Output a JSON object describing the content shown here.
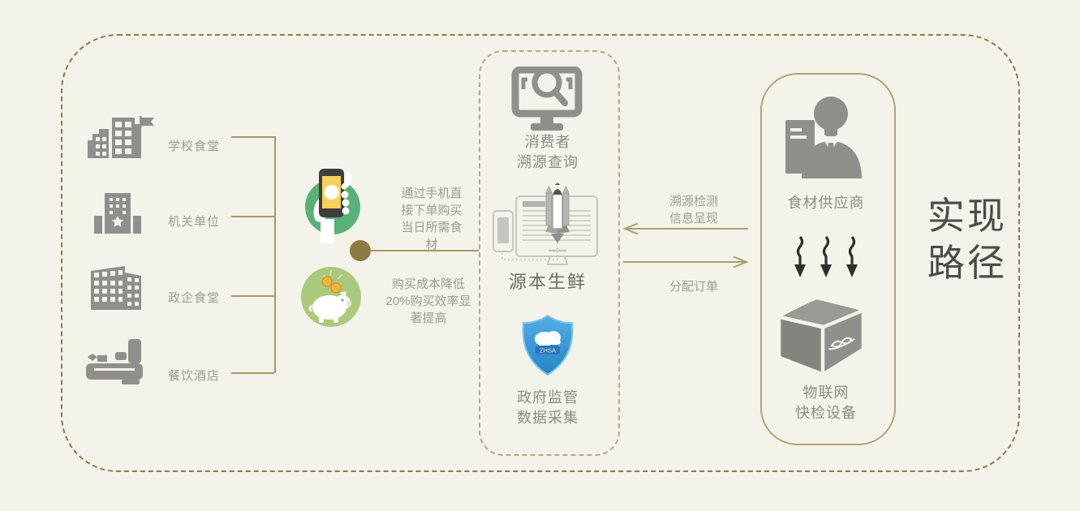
{
  "title": {
    "text": "实现\n路径"
  },
  "clients": {
    "items": [
      {
        "label": "学校食堂",
        "icon": "school-buildings-icon"
      },
      {
        "label": "机关单位",
        "icon": "government-building-icon"
      },
      {
        "label": "政企食堂",
        "icon": "office-building-icon"
      },
      {
        "label": "餐饮酒店",
        "icon": "restaurant-hotel-icon"
      }
    ]
  },
  "ordering": {
    "phone_note": "通过手机直\n接下单购买\n当日所需食\n材",
    "savings_note": "购买成本降低\n20%购买效率显\n著提高",
    "phone_icon": "phone-in-hand-icon",
    "savings_icon": "piggy-bank-icon"
  },
  "platform": {
    "consumer_label": "消费者\n溯源查询",
    "consumer_icon": "monitor-search-icon",
    "brand_label": "源本生鲜",
    "brand_icon": "rocket-monitor-icon",
    "gov_label": "政府监管\n数据采集",
    "gov_icon": "gov-shield-icon",
    "shield_text": "ZHSA"
  },
  "flows": {
    "traceability_label": "溯源检测\n信息呈现",
    "orders_label": "分配订单"
  },
  "supplier": {
    "supplier_label": "食材供应商",
    "supplier_icon": "supplier-person-icon",
    "device_label": "物联网\n快检设备",
    "device_icon": "iot-box-icon"
  },
  "colors": {
    "background": "#f4f3e9",
    "accent_olive": "#8a7c45",
    "line_olive": "#a5976b",
    "icon_gray": "#8f8f8c",
    "label_gray": "#9b9b96",
    "title_gray": "#4b4b48",
    "green": "#58b176",
    "light_green": "#a9ca7c",
    "phone_yellow": "#f6d25c",
    "shield_blue": "#3498d8"
  }
}
